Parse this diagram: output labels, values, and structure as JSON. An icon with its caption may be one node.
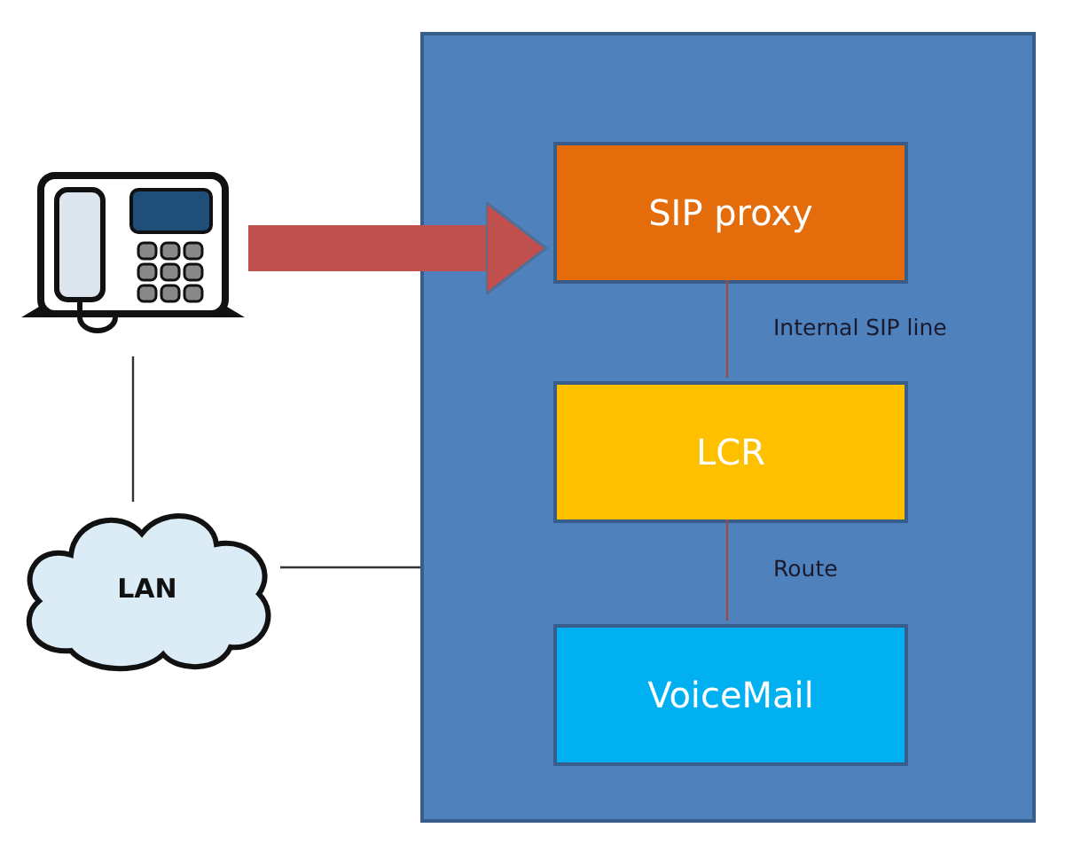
{
  "diagram": {
    "nodes": [
      {
        "text": [],
        "shape": "picture"
      },
      {
        "text": [
          "LAN"
        ]
      },
      {
        "text": [],
        "shape": "box"
      },
      {
        "text": [
          "SIP proxy"
        ],
        "in": 2
      },
      {
        "text": [
          "LCR"
        ],
        "in": 2
      },
      {
        "text": [
          "VoiceMail"
        ],
        "in": 2
      }
    ],
    "edges": [
      {
        "from": 0,
        "to": 3,
        "arrow": "to",
        "style": "thick",
        "color": "#c0504d"
      },
      {
        "from": 0,
        "to": 1,
        "arrow": "none"
      },
      {
        "from": 1,
        "to": 2,
        "arrow": "none"
      },
      {
        "from": 3,
        "to": 4,
        "arrow": "none",
        "label": "Internal SIP line",
        "color": "#9c4a48"
      },
      {
        "from": 4,
        "to": 5,
        "arrow": "none",
        "label": "Route",
        "color": "#9c4a48"
      }
    ]
  }
}
